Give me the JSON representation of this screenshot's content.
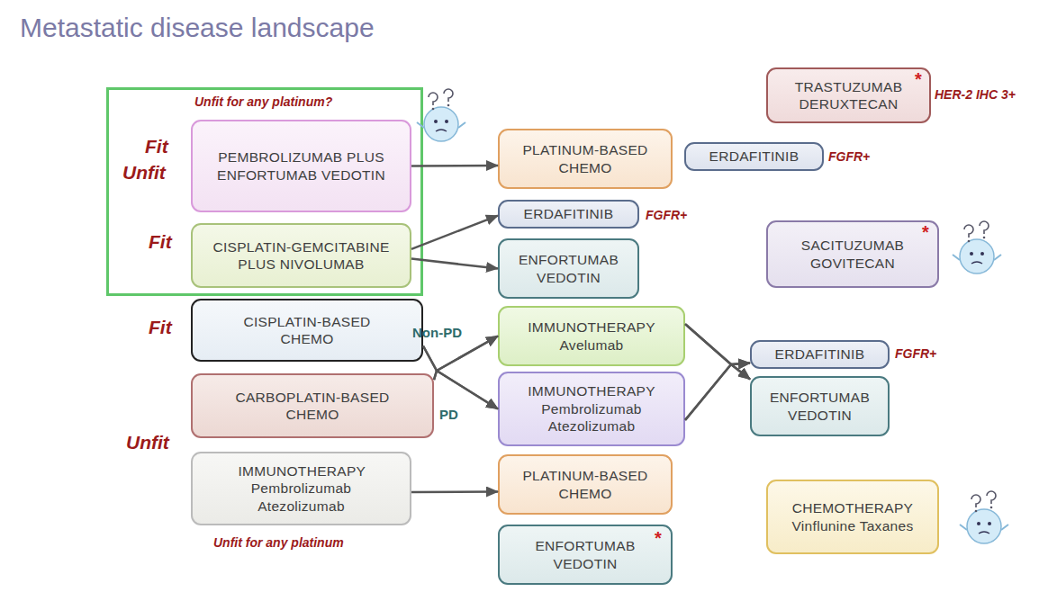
{
  "diagram": {
    "title": "Metastatic disease landscape",
    "nodes": [
      {
        "text": [
          "Unfit for any platinum?"
        ]
      },
      {
        "text": [
          "PEMBROLIZUMAB PLUS ENFORTUMAB VEDOTIN"
        ],
        "in": 0
      },
      {
        "text": [
          "CISPLATIN-GEMCITABINE PLUS NIVOLUMAB"
        ],
        "in": 0
      },
      {
        "text": [
          "CISPLATIN-BASED CHEMO"
        ]
      },
      {
        "text": [
          "CARBOPLATIN-BASED CHEMO"
        ]
      },
      {
        "text": [
          "IMMUNOTHERAPY",
          "Pembrolizumab Atezolizumab"
        ]
      },
      {
        "text": [
          "PLATINUM-BASED CHEMO"
        ]
      },
      {
        "text": [
          "ERDAFITINIB"
        ]
      },
      {
        "text": [
          "ERDAFITINIB"
        ]
      },
      {
        "text": [
          "ENFORTUMAB VEDOTIN"
        ]
      },
      {
        "text": [
          "IMMUNOTHERAPY",
          "Avelumab"
        ]
      },
      {
        "text": [
          "IMMUNOTHERAPY",
          "Pembrolizumab Atezolizumab"
        ]
      },
      {
        "text": [
          "ERDAFITINIB"
        ]
      },
      {
        "text": [
          "ENFORTUMAB VEDOTIN"
        ]
      },
      {
        "text": [
          "PLATINUM-BASED CHEMO"
        ]
      },
      {
        "text": [
          "ENFORTUMAB VEDOTIN"
        ]
      },
      {
        "text": [
          "TRASTUZUMAB DERUXTECAN"
        ]
      },
      {
        "text": [
          "SACITUZUMAB GOVITECAN"
        ]
      },
      {
        "text": [
          "CHEMOTHERAPY",
          "Vinflunine Taxanes"
        ]
      }
    ],
    "edges": [
      {
        "from": 1,
        "to": 6,
        "arrow": "to"
      },
      {
        "from": 2,
        "to": 8,
        "arrow": "to"
      },
      {
        "from": 2,
        "to": 9,
        "arrow": "to"
      },
      {
        "from": 3,
        "to": 10,
        "label": "Non-PD",
        "arrow": "to"
      },
      {
        "from": 3,
        "to": 11,
        "arrow": "to"
      },
      {
        "from": 4,
        "to": 10,
        "arrow": "to"
      },
      {
        "from": 4,
        "to": 11,
        "label": "PD",
        "arrow": "to"
      },
      {
        "from": 10,
        "to": 12,
        "arrow": "to"
      },
      {
        "from": 10,
        "to": 13,
        "arrow": "to"
      },
      {
        "from": 11,
        "to": 12,
        "arrow": "to"
      },
      {
        "from": 11,
        "to": 13,
        "arrow": "to"
      },
      {
        "from": 5,
        "to": 14,
        "arrow": "to"
      }
    ],
    "labels": [
      "Fit",
      "Unfit",
      "Fit",
      "Fit",
      "Unfit",
      "Unfit for any platinum",
      "*",
      "HER-2 IHC 3+",
      "FGFR+",
      "*",
      "FGFR+",
      "FGFR+",
      "*"
    ]
  }
}
